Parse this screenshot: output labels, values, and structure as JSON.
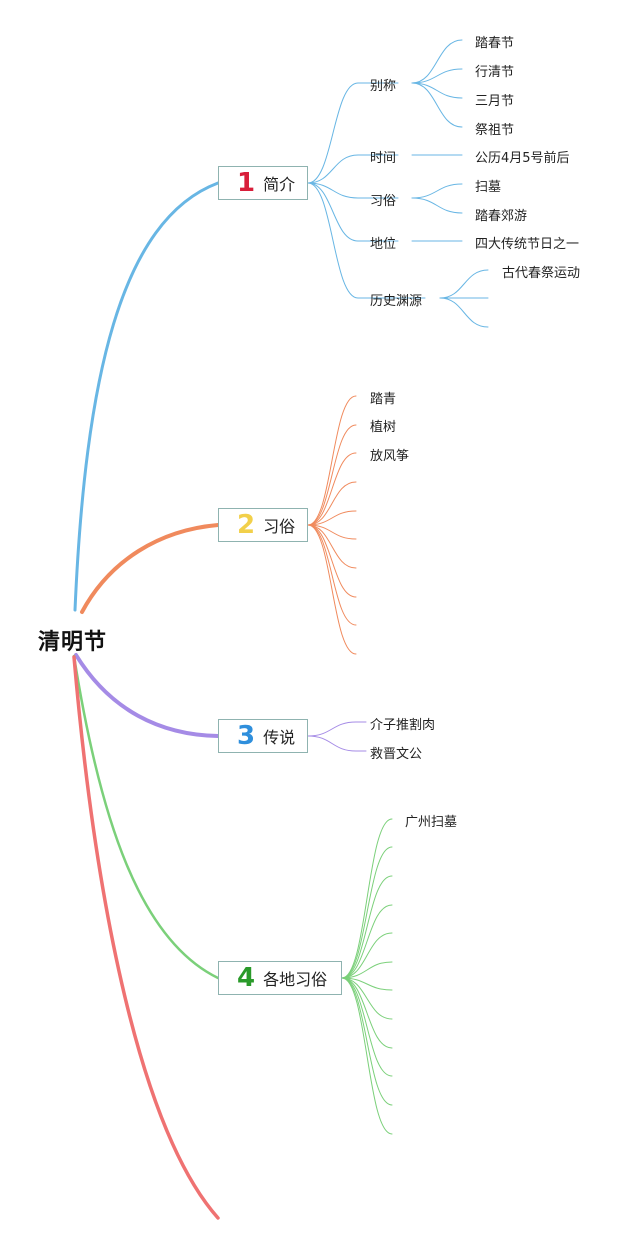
{
  "root": {
    "label": "清明节"
  },
  "branches": [
    {
      "number": "1",
      "label": "简介",
      "color": "#68b6e4",
      "number_color": "#d81e3a",
      "children": [
        {
          "label": "别称",
          "children": [
            "踏春节",
            "行清节",
            "三月节",
            "祭祖节"
          ]
        },
        {
          "label": "时间",
          "children": [
            "公历4月5号前后"
          ]
        },
        {
          "label": "习俗",
          "children": [
            "扫墓",
            "踏春郊游"
          ]
        },
        {
          "label": "地位",
          "children": [
            "四大传统节日之一"
          ]
        },
        {
          "label": "历史渊源",
          "children": [
            "古代春祭运动",
            "",
            ""
          ]
        }
      ]
    },
    {
      "number": "2",
      "label": "习俗",
      "color": "#f08a5d",
      "number_color": "#f2d04a",
      "children": [
        "踏青",
        "植树",
        "放风筝",
        "",
        "",
        "",
        "",
        "",
        "",
        ""
      ]
    },
    {
      "number": "3",
      "label": "传说",
      "color": "#a58be6",
      "number_color": "#2f8fdc",
      "children": [
        "介子推割肉",
        "救晋文公"
      ]
    },
    {
      "number": "4",
      "label": "各地习俗",
      "color": "#7bd07a",
      "number_color": "#2a9a2a",
      "children": [
        "广州扫墓",
        "",
        "",
        "",
        "",
        "",
        "",
        "",
        "",
        "",
        "",
        ""
      ]
    },
    {
      "number": "",
      "label": "",
      "color": "#ef7272",
      "children": []
    }
  ]
}
